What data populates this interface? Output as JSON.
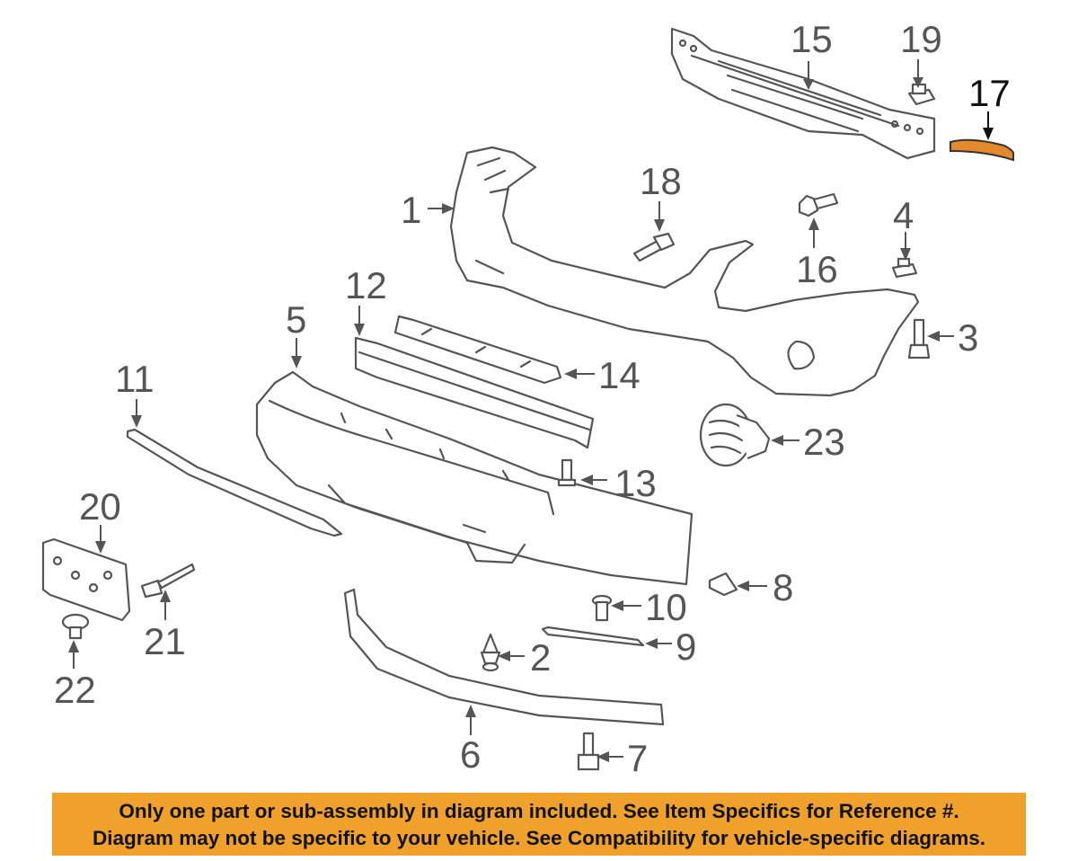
{
  "callouts": {
    "c1": "1",
    "c2": "2",
    "c3": "3",
    "c4": "4",
    "c5": "5",
    "c6": "6",
    "c7": "7",
    "c8": "8",
    "c9": "9",
    "c10": "10",
    "c11": "11",
    "c12": "12",
    "c13": "13",
    "c14": "14",
    "c15": "15",
    "c16": "16",
    "c17": "17",
    "c18": "18",
    "c19": "19",
    "c20": "20",
    "c21": "21",
    "c22": "22",
    "c23": "23"
  },
  "highlight": {
    "part": "17",
    "color": "#e48a2c"
  },
  "colors": {
    "line": "#555555",
    "banner": "#f0a12b",
    "text": "#111111"
  },
  "disclaimer": {
    "line1": "Only one part or sub-assembly in diagram included. See Item Specifics for Reference #.",
    "line2": "Diagram may not be specific to your vehicle. See Compatibility for vehicle-specific diagrams."
  }
}
